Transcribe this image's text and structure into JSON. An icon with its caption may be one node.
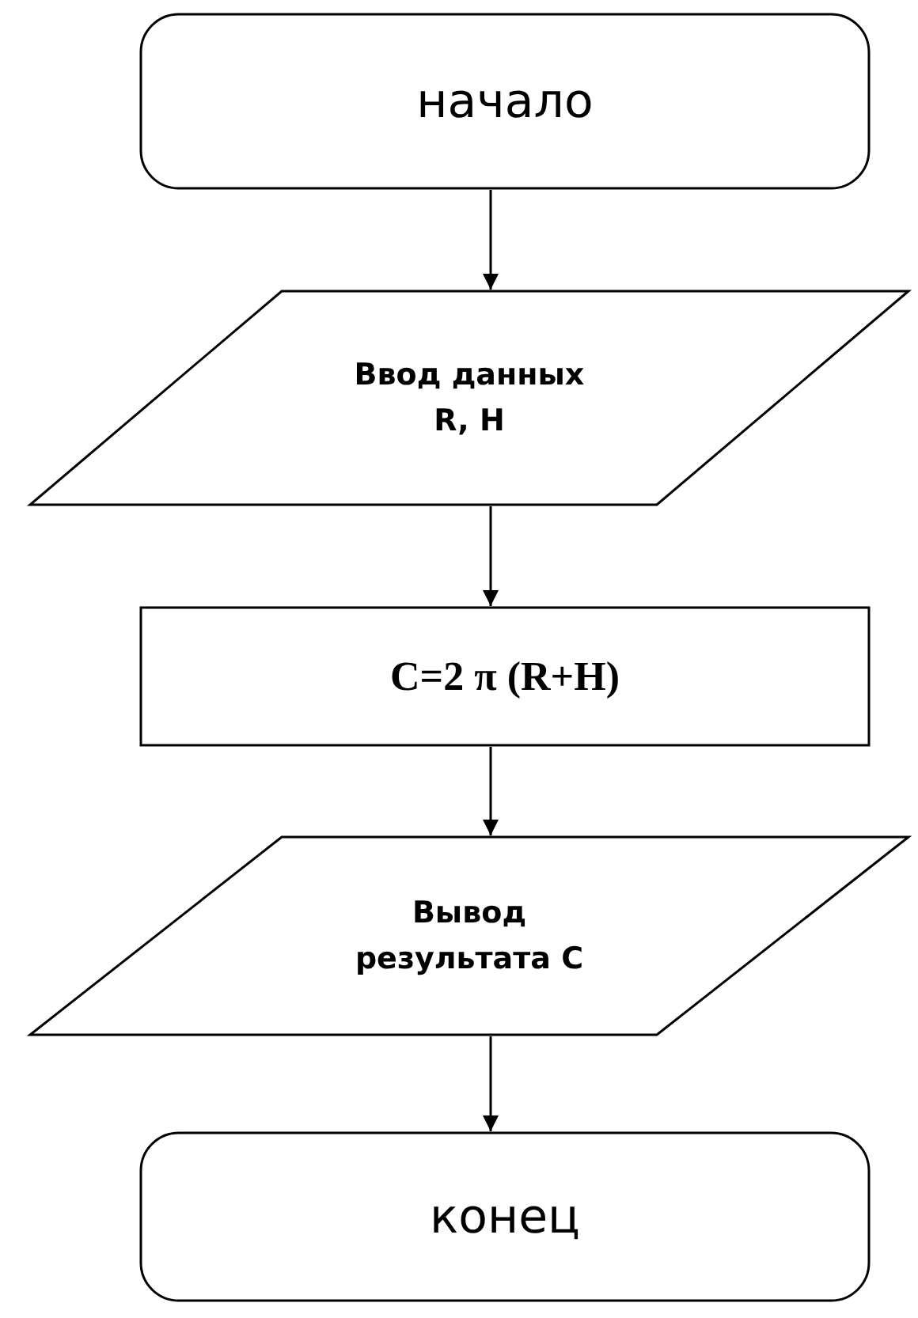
{
  "diagram": {
    "nodes": [
      {
        "text": [
          "начало"
        ]
      },
      {
        "text": [
          "Ввод данных R, H"
        ]
      },
      {
        "text": [
          "C=2 π (R+H)"
        ]
      },
      {
        "text": [
          "Вывод результата C"
        ]
      },
      {
        "text": [
          "конец"
        ]
      }
    ],
    "edges": [
      {
        "from": 0,
        "to": 1,
        "arrow": "to"
      },
      {
        "from": 1,
        "to": 2,
        "arrow": "to"
      },
      {
        "from": 2,
        "to": 3,
        "arrow": "to"
      },
      {
        "from": 3,
        "to": 4,
        "arrow": "to"
      }
    ]
  }
}
